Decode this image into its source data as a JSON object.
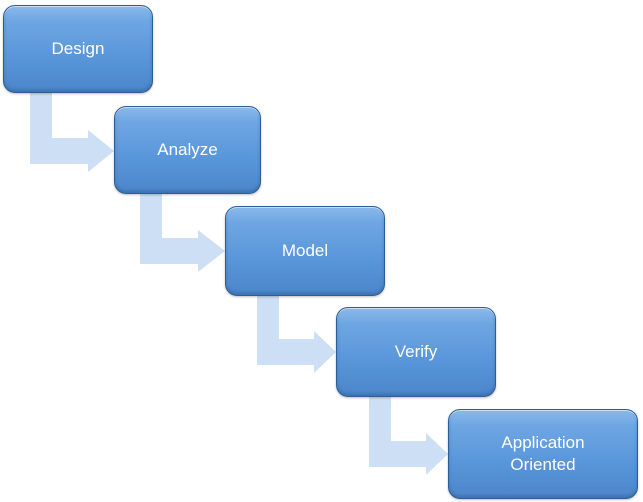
{
  "steps": [
    {
      "label": "Design"
    },
    {
      "label": "Analyze"
    },
    {
      "label": "Model"
    },
    {
      "label": "Verify"
    },
    {
      "label": "Application Oriented"
    }
  ],
  "colors": {
    "box_fill": "#5b98db",
    "box_border": "#2d5f96",
    "arrow_fill": "#cddff4",
    "label_text": "#ffffff"
  }
}
